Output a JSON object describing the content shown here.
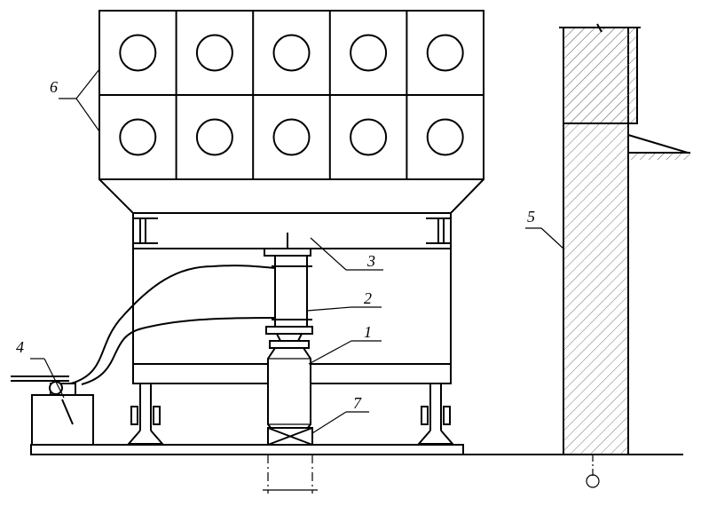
{
  "labels": {
    "l1": "1",
    "l2": "2",
    "l3": "3",
    "l4": "4",
    "l5": "5",
    "l6": "6",
    "l7": "7"
  },
  "weight_grid": {
    "rows": 2,
    "cols": 5
  },
  "colors": {
    "ink": "#000000",
    "hatch": "#555555",
    "paper": "#ffffff"
  }
}
